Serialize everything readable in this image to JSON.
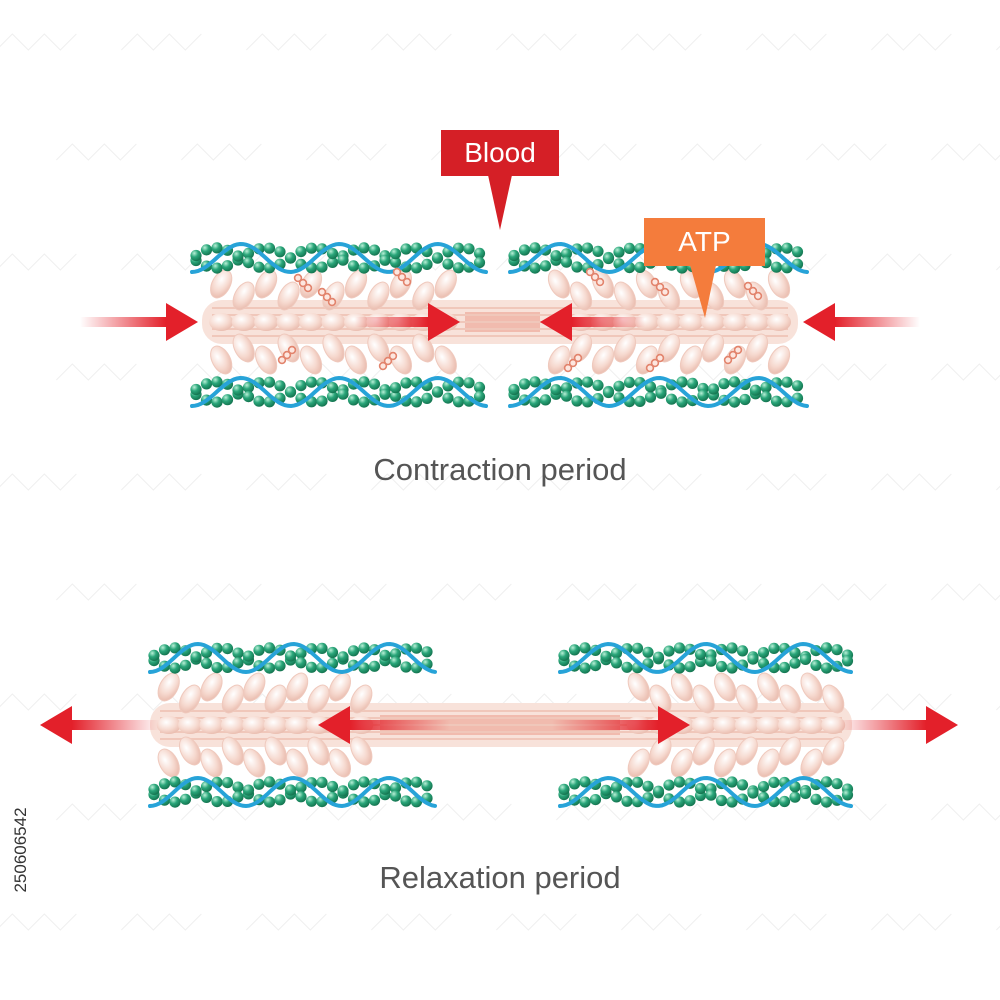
{
  "labels": {
    "blood": "Blood",
    "atp": "ATP",
    "contraction": "Contraction period",
    "relaxation": "Relaxation period",
    "stock_id": "250606542"
  },
  "colors": {
    "actin_bead": "#2aa67a",
    "tropomyosin": "#27a3d8",
    "myosin": "#f6d2c8",
    "arrow": "#e3202a",
    "blood": "#d51f26",
    "atp": "#f47c3c",
    "cross_bridge": "#e2836c",
    "text": "#555555"
  },
  "panels": [
    {
      "name": "contraction",
      "state": "contracted",
      "force_arrows": "inward"
    },
    {
      "name": "relaxation",
      "state": "relaxed",
      "force_arrows": "outward"
    }
  ]
}
